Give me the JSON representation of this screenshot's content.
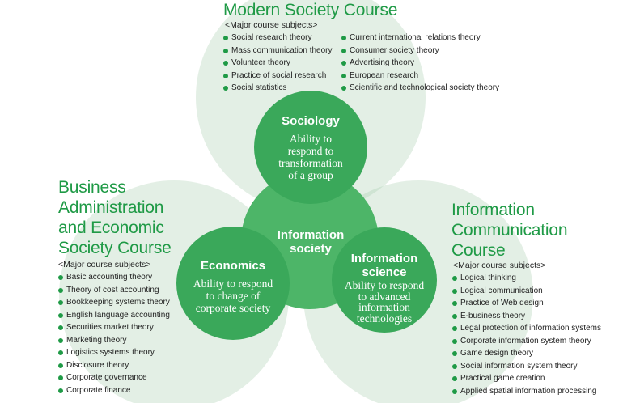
{
  "colors": {
    "outer_circle": "#e3efe5",
    "overlap": "#cfe4d3",
    "inner_circle": "#3aa85a",
    "center_circle": "#4db568",
    "title_green": "#1f9a46",
    "bullet": "#1f9a46"
  },
  "modern_society": {
    "title": "Modern Society Course",
    "subjects_label": "<Major course subjects>",
    "subjects_left": [
      "Social research theory",
      "Mass communication theory",
      "Volunteer theory",
      "Practice of social research",
      "Social statistics"
    ],
    "subjects_right": [
      "Current international relations theory",
      "Consumer society theory",
      "Advertising theory",
      "European research",
      "Scientific and technological society theory"
    ]
  },
  "business": {
    "title_lines": [
      "Business",
      "Administration",
      "and Economic",
      "Society Course"
    ],
    "subjects_label": "<Major course subjects>",
    "subjects": [
      "Basic accounting theory",
      "Theory of cost accounting",
      "Bookkeeping systems theory",
      "English language accounting",
      "Securities market theory",
      "Marketing theory",
      "Logistics systems theory",
      "Disclosure theory",
      "Corporate governance",
      "Corporate finance"
    ]
  },
  "information_comm": {
    "title_lines": [
      "Information",
      "Communication",
      "Course"
    ],
    "subjects_label": "<Major course subjects>",
    "subjects": [
      "Logical thinking",
      "Logical communication",
      "Practice of Web design",
      "E-business theory",
      "Legal protection of information systems",
      "Corporate information system theory",
      "Game design theory",
      "Social information system theory",
      "Practical game creation",
      "Applied spatial information processing"
    ]
  },
  "sociology": {
    "title": "Sociology",
    "desc_lines": [
      "Ability to",
      "respond to",
      "transformation",
      "of a group"
    ]
  },
  "economics": {
    "title": "Economics",
    "desc_lines": [
      "Ability to respond",
      "to change of",
      "corporate society"
    ]
  },
  "info_science": {
    "title_lines": [
      "Information",
      "science"
    ],
    "desc_lines": [
      "Ability to respond",
      "to advanced",
      "information",
      "technologies"
    ]
  },
  "center": {
    "title_lines": [
      "Information",
      "society"
    ]
  }
}
